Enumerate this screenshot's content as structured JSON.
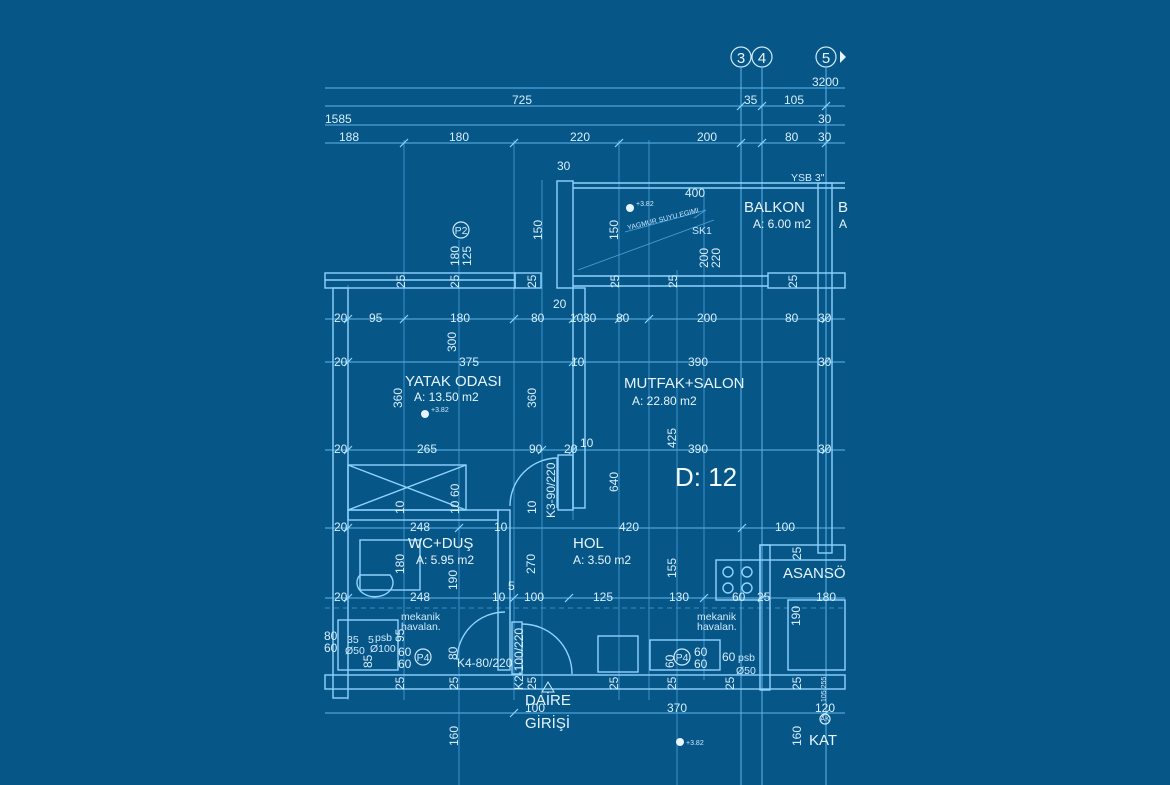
{
  "axis_markers": [
    "3",
    "4",
    "5"
  ],
  "dims_top": {
    "d3200": "3200",
    "d725": "725",
    "d35": "35",
    "d105": "105",
    "d1585": "1585",
    "d30a": "30",
    "d188": "188",
    "d180": "180",
    "d220": "220",
    "d200": "200",
    "d80": "80",
    "d30b": "30"
  },
  "balcony": {
    "name": "BALKON",
    "area": "A: 6.00 m2",
    "extra": "B",
    "extra2": "A",
    "ysb": "YSB 3\"",
    "d30": "30",
    "d400": "400",
    "d150a": "150",
    "d150b": "150",
    "level": "+3.82",
    "slope_note": "YAGMUR SUYU EGIMI",
    "sk1": "SK1",
    "d200": "200",
    "d220": "220"
  },
  "p2": "P2",
  "row1": {
    "d25a": "25",
    "d180": "180",
    "d125": "125",
    "d25b": "25",
    "d25c": "25",
    "d25d": "25",
    "d25e": "25",
    "d25f": "25",
    "d20": "20"
  },
  "row2": [
    "20",
    "95",
    "180",
    "80",
    "10",
    "30",
    "80",
    "200",
    "80",
    "30"
  ],
  "row3": {
    "a": "20",
    "b": "300",
    "c": "375",
    "d": "10",
    "e": "390",
    "f": "30"
  },
  "bedroom": {
    "name": "YATAK ODASI",
    "area": "A: 13.50 m2",
    "level": "+3.82",
    "d360a": "360",
    "d360b": "360"
  },
  "kitchen": {
    "name": "MUTFAK+SALON",
    "area": "A: 22.80 m2"
  },
  "row4": {
    "a": "20",
    "b": "265",
    "c": "90",
    "d": "20",
    "e": "10",
    "f": "425",
    "g": "390",
    "h": "30"
  },
  "flat_label": "D: 12",
  "door_k3": "K3-90/220",
  "row5": {
    "a": "10",
    "b": "10",
    "c": "60",
    "d": "10",
    "e": "640"
  },
  "row6": {
    "a": "20",
    "b": "248",
    "c": "10",
    "d": "420",
    "e": "100"
  },
  "wc": {
    "name": "WC+DUŞ",
    "area": "A: 5.95 m2",
    "d180": "180",
    "d190": "190"
  },
  "hall": {
    "name": "HOL",
    "area": "A: 3.50 m2",
    "d270": "270",
    "d155": "155",
    "d5": "5"
  },
  "elevator": {
    "name": "ASANSÖ",
    "d25": "25",
    "d180": "180",
    "d190": "190"
  },
  "row7": {
    "a": "20",
    "b": "248",
    "c": "10",
    "d": "100",
    "e": "125",
    "f": "130",
    "g": "60",
    "h": "25"
  },
  "mech_left": {
    "l1": "mekanik",
    "l2": "havalan.",
    "n80": "80",
    "n60": "60",
    "s": "35",
    "s5": "5",
    "psb": "psb",
    "d50": "Ø50",
    "d100": "Ø100",
    "n95": "95",
    "n85": "85",
    "n60b": "60",
    "n60c": "60",
    "p4": "P4",
    "n80b": "80"
  },
  "door_k4": "K4-80/220",
  "door_k2": "K2-100/220",
  "mech_right": {
    "l1": "mekanik",
    "l2": "havalan.",
    "p4": "P4",
    "n60a": "60",
    "n60b": "60",
    "n60c": "60",
    "psb": "psb",
    "d50": "Ø50",
    "n60d": "60"
  },
  "row8": {
    "a": "25",
    "b": "25",
    "c": "25",
    "d": "25",
    "e": "25",
    "f": "25",
    "g": "25"
  },
  "entrance": {
    "l1": "DAİRE",
    "l2": "GİRİŞİ",
    "d100": "100",
    "d370": "370",
    "d120": "120"
  },
  "bottom": {
    "d160a": "160",
    "d160b": "160",
    "level": "+3.82",
    "kat": "KAT",
    "ak": "AK",
    "tiny": "105 255"
  },
  "colors": {
    "background": "#065687",
    "lines": "#5fb6ec",
    "text": "#e6f5ff"
  }
}
